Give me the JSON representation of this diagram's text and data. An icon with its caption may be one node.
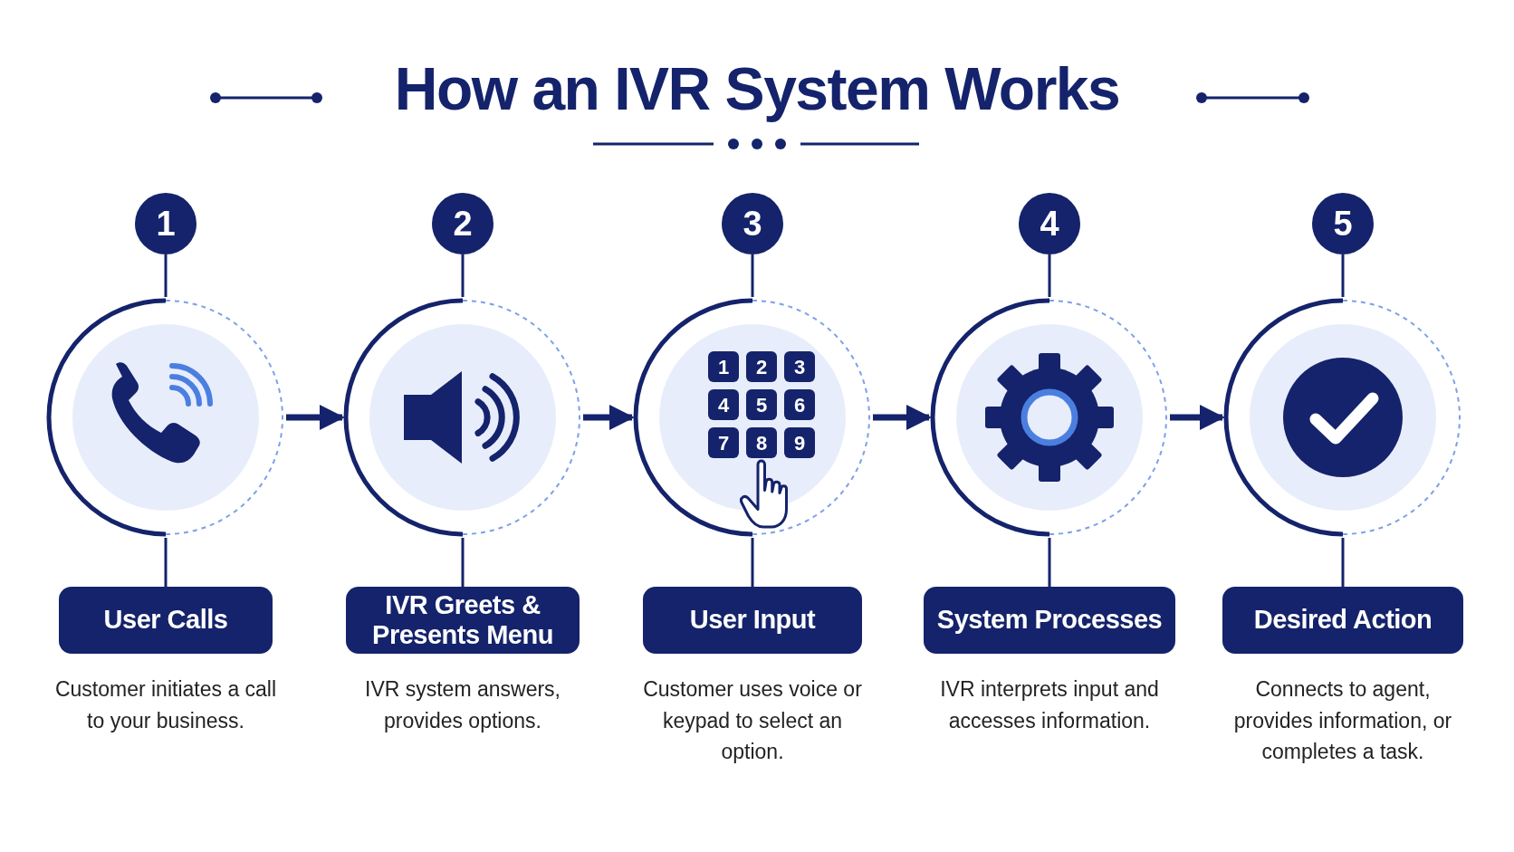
{
  "diagram": {
    "title": "How an IVR System Works",
    "nodes": [
      {
        "text": [
          "1"
        ]
      },
      {
        "text": [],
        "shape": "circle"
      },
      {
        "text": [
          "User Calls"
        ],
        "beside": [
          "Customer initiates a call to your business."
        ]
      },
      {
        "text": [
          "2"
        ]
      },
      {
        "text": [],
        "shape": "circle"
      },
      {
        "text": [
          "IVR Greets & Presents Menu"
        ],
        "beside": [
          "IVR system answers, provides options."
        ]
      },
      {
        "text": [
          "3"
        ]
      },
      {
        "text": [],
        "shape": "circle"
      },
      {
        "text": [
          "User Input"
        ],
        "beside": [
          "Customer uses voice or keypad to select an option."
        ]
      },
      {
        "text": [
          "4"
        ]
      },
      {
        "text": [],
        "shape": "circle"
      },
      {
        "text": [
          "System Processes"
        ],
        "beside": [
          "IVR interprets input and accesses information."
        ]
      },
      {
        "text": [
          "5"
        ]
      },
      {
        "text": [],
        "shape": "circle"
      },
      {
        "text": [
          "Desired Action"
        ],
        "beside": [
          "Connects to agent, provides information, or completes a task."
        ]
      }
    ],
    "edges": [
      {
        "from": 0,
        "to": 1,
        "arrow": "none"
      },
      {
        "from": 1,
        "to": 2,
        "arrow": "none"
      },
      {
        "from": 1,
        "to": 4,
        "arrow": "to",
        "style": "thick"
      },
      {
        "from": 3,
        "to": 4,
        "arrow": "none"
      },
      {
        "from": 4,
        "to": 5,
        "arrow": "none"
      },
      {
        "from": 4,
        "to": 7,
        "arrow": "to",
        "style": "thick"
      },
      {
        "from": 6,
        "to": 7,
        "arrow": "none"
      },
      {
        "from": 7,
        "to": 8,
        "arrow": "none"
      },
      {
        "from": 7,
        "to": 10,
        "arrow": "to",
        "style": "thick"
      },
      {
        "from": 9,
        "to": 10,
        "arrow": "none"
      },
      {
        "from": 10,
        "to": 11,
        "arrow": "none"
      },
      {
        "from": 10,
        "to": 13,
        "arrow": "to",
        "style": "thick"
      },
      {
        "from": 12,
        "to": 13,
        "arrow": "none"
      },
      {
        "from": 13,
        "to": 14,
        "arrow": "none"
      }
    ],
    "labels": [
      "1",
      "2",
      "3",
      "4",
      "5",
      "6",
      "7",
      "8",
      "9"
    ]
  }
}
